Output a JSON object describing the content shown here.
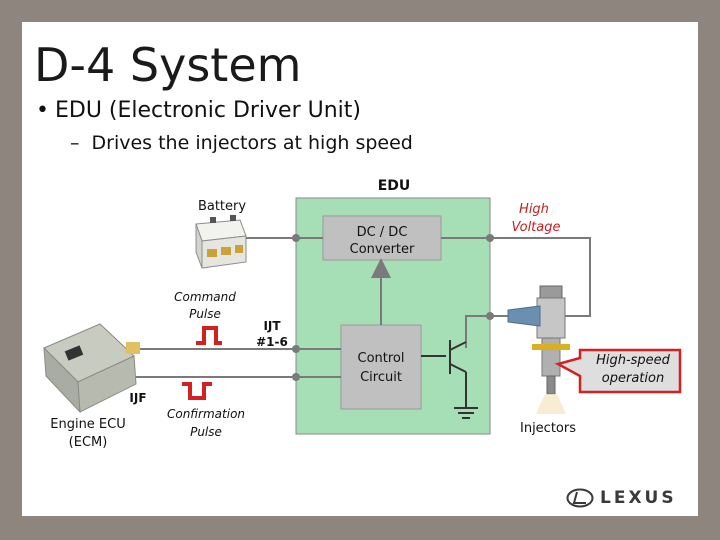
{
  "slide": {
    "title": "D-4 System",
    "bullet1": "EDU (Electronic Driver Unit)",
    "bullet2": "Drives the injectors at high speed"
  },
  "diagram": {
    "edu_label": "EDU",
    "battery_label": "Battery",
    "dcdc_line1": "DC / DC",
    "dcdc_line2": "Converter",
    "control_line1": "Control",
    "control_line2": "Circuit",
    "high_voltage_line1": "High",
    "high_voltage_line2": "Voltage",
    "command_pulse_line1": "Command",
    "command_pulse_line2": "Pulse",
    "confirmation_pulse_line1": "Confirmation",
    "confirmation_pulse_line2": "Pulse",
    "ijt_line1": "IJT",
    "ijt_line2": "#1-6",
    "ijf_label": "IJF",
    "ecu_line1": "Engine ECU",
    "ecu_line2": "(ECM)",
    "injectors_label": "Injectors",
    "callout_line1": "High-speed",
    "callout_line2": "operation"
  },
  "footer": {
    "logo_text": "LEXUS"
  },
  "colors": {
    "edu_fill": "#a6dfb6",
    "box_fill": "#bfbfbf",
    "line": "#7a7a7a",
    "pulse": "#d32020",
    "high_voltage_text": "#c81e1e",
    "callout_border": "#d32020"
  }
}
